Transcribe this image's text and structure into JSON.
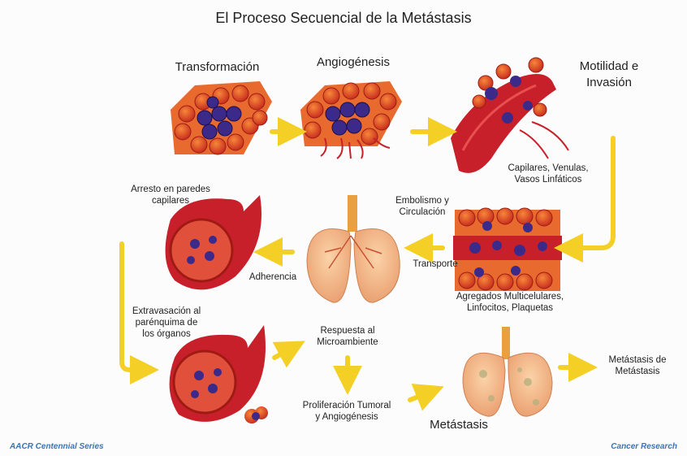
{
  "title": "El Proceso Secuencial de la Metástasis",
  "stages": {
    "transformacion": "Transformación",
    "angiogenesis": "Angiogénesis",
    "motilidad": "Motilidad e\nInvasión",
    "capilares": "Capilares, Venulas,\nVasos Linfáticos",
    "embolismo": "Embolismo y\nCirculación",
    "transporte": "Transporte",
    "agregados": "Agregados Multicelulares,\nLinfocitos, Plaquetas",
    "arresto": "Arresto en paredes\ncapilares",
    "adherencia": "Adherencia",
    "extravasacion": "Extravasación al\nparénquima de\nlos órganos",
    "respuesta": "Respuesta al\nMicroambiente",
    "proliferacion": "Proliferación Tumoral\ny Angiogénesis",
    "metastasis": "Metástasis",
    "metastasis_de": "Metástasis de\nMetástasis"
  },
  "footer": {
    "left": "AACR Centennial Series",
    "right": "Cancer Research"
  },
  "colors": {
    "tissue": "#e8502a",
    "cell": "#d23a1c",
    "nucleus": "#3b2a8a",
    "vessel": "#c8202a",
    "lung": "#f2b38a",
    "trachea": "#e8a040",
    "arrow": "#f6d531"
  }
}
